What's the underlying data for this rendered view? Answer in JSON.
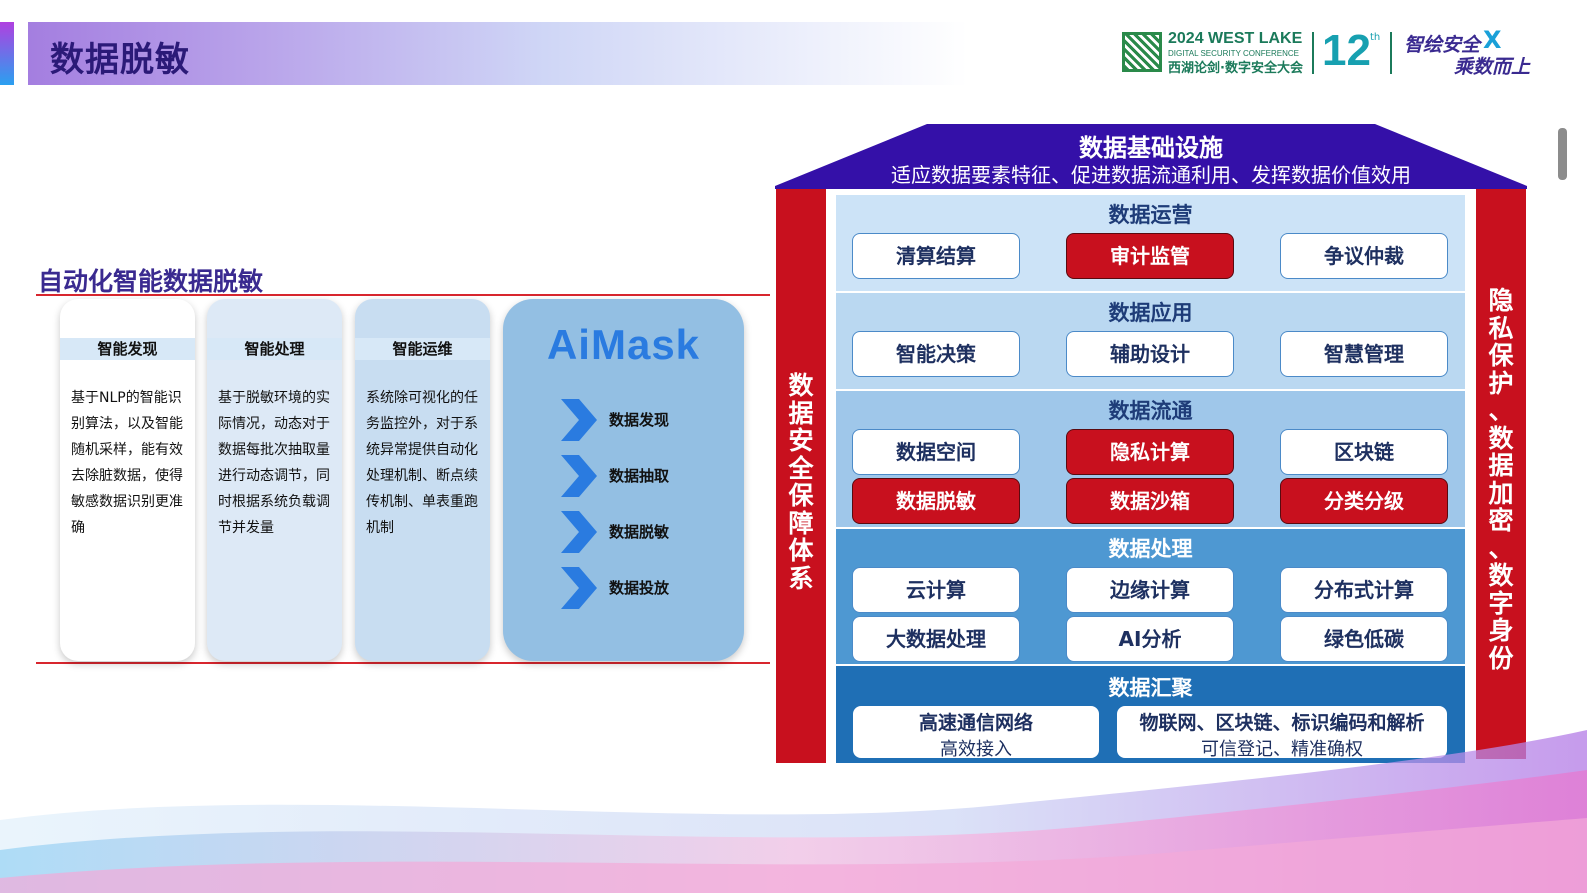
{
  "header": {
    "title": "数据脱敏",
    "conference": {
      "line1": "2024 WEST LAKE",
      "line2": "DIGITAL SECURITY CONFERENCE",
      "line3": "西湖论剑·数字安全大会",
      "edition": "12",
      "edition_suffix": "th",
      "slogan_line1": "智绘安全",
      "slogan_x": "X",
      "slogan_line2": "乘数而上"
    }
  },
  "left": {
    "section_title": "自动化智能数据脱敏",
    "cards": [
      {
        "title": "智能发现",
        "body": "基于NLP的智能识别算法，以及智能随机采样，能有效去除脏数据，使得敏感数据识别更准确"
      },
      {
        "title": "智能处理",
        "body": "基于脱敏环境的实际情况，动态对于数据每批次抽取量进行动态调节，同时根据系统负载调节并发量"
      },
      {
        "title": "智能运维",
        "body": "系统除可视化的任务监控外，对于系统异常提供自动化处理机制、断点续传机制、单表重跑机制"
      }
    ],
    "aimask": {
      "logo": "AiMask",
      "steps": [
        "数据发现",
        "数据抽取",
        "数据脱敏",
        "数据投放"
      ]
    }
  },
  "architecture": {
    "roof_title": "数据基础设施",
    "roof_subtitle": "适应数据要素特征、促进数据流通利用、发挥数据价值效用",
    "left_pillar": "数据安全保障体系",
    "right_pillar": "隐私保护、数据加密、数字身份",
    "layers": {
      "ops": {
        "title": "数据运营",
        "items": [
          {
            "label": "清算结算",
            "style": "white"
          },
          {
            "label": "审计监管",
            "style": "red"
          },
          {
            "label": "争议仲裁",
            "style": "white"
          }
        ]
      },
      "app": {
        "title": "数据应用",
        "items": [
          {
            "label": "智能决策",
            "style": "white"
          },
          {
            "label": "辅助设计",
            "style": "white"
          },
          {
            "label": "智慧管理",
            "style": "white"
          }
        ]
      },
      "flow": {
        "title": "数据流通",
        "items": [
          {
            "label": "数据空间",
            "style": "white"
          },
          {
            "label": "隐私计算",
            "style": "red"
          },
          {
            "label": "区块链",
            "style": "white"
          },
          {
            "label": "数据脱敏",
            "style": "red"
          },
          {
            "label": "数据沙箱",
            "style": "red"
          },
          {
            "label": "分类分级",
            "style": "red"
          }
        ]
      },
      "proc": {
        "title": "数据处理",
        "items": [
          {
            "label": "云计算",
            "style": "white"
          },
          {
            "label": "边缘计算",
            "style": "white"
          },
          {
            "label": "分布式计算",
            "style": "white"
          },
          {
            "label": "大数据处理",
            "style": "white"
          },
          {
            "label": "AI分析",
            "style": "white"
          },
          {
            "label": "绿色低碳",
            "style": "white"
          }
        ]
      },
      "agg": {
        "title": "数据汇聚",
        "wide_items": [
          {
            "line1": "高速通信网络",
            "line2": "高效接入"
          },
          {
            "line1": "物联网、区块链、标识编码和解析",
            "line2": "可信登记、精准确权"
          }
        ]
      }
    }
  },
  "colors": {
    "title_purple": "#2b1a78",
    "roof_purple": "#3410a8",
    "pillar_red": "#c8101e",
    "chip_red": "#c8101e",
    "aimask_blue": "#2a7be0"
  },
  "icons": [
    "chevron-right-icon",
    "conference-seal-icon"
  ]
}
